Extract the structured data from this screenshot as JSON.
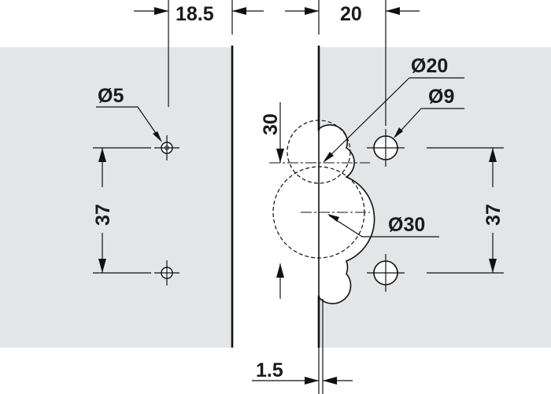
{
  "dimensions": {
    "top_left": "18.5",
    "top_right": "20",
    "dia_small_hole": "Ø5",
    "dia_large_hole": "Ø9",
    "dia_upper_cutout": "Ø20",
    "dia_lower_cutout": "Ø30",
    "depth_upper_cutout": "30",
    "spacing_left": "37",
    "spacing_right": "37",
    "bottom_gap": "1.5"
  },
  "colors": {
    "panel": "#e4e5e7",
    "line": "#111111"
  }
}
